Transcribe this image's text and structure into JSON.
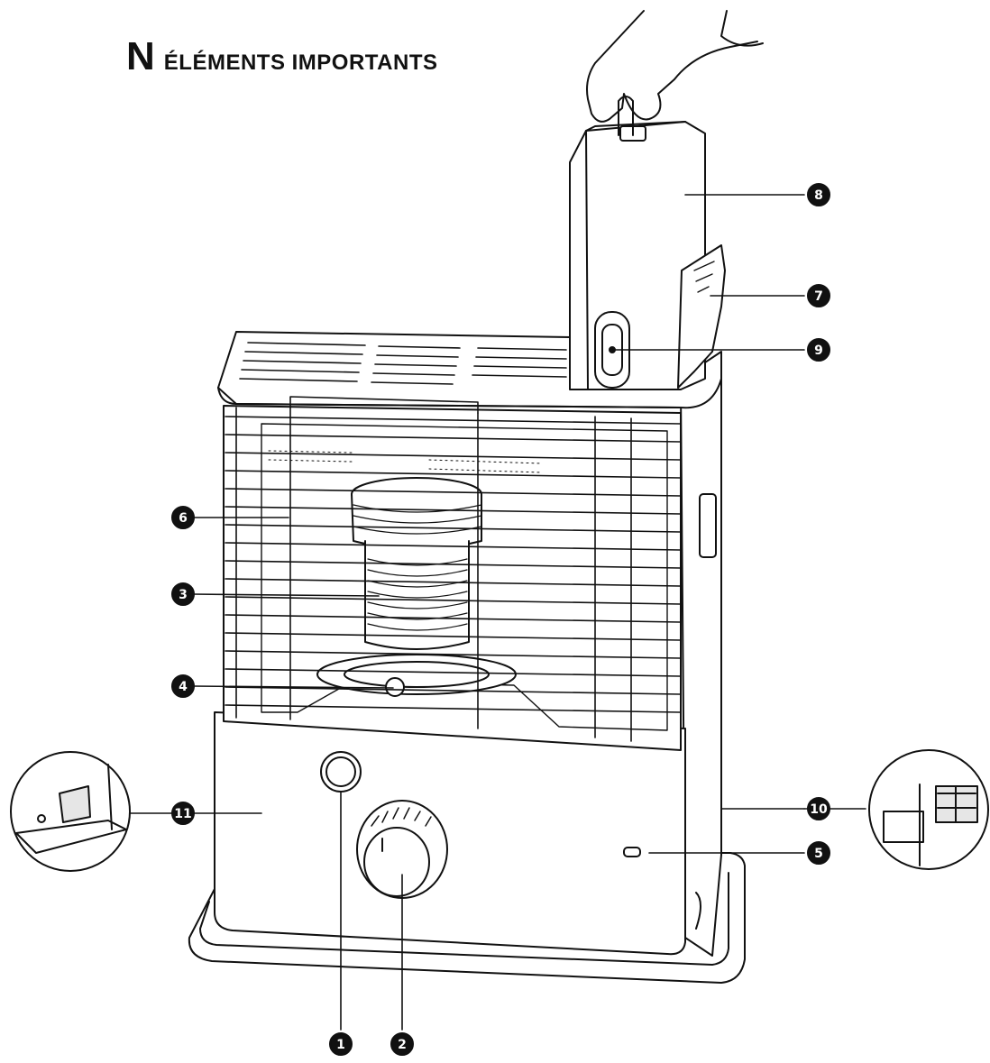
{
  "header": {
    "letter": "N",
    "title": "ÉLÉMENTS IMPORTANTS"
  },
  "callouts": [
    {
      "number": "1"
    },
    {
      "number": "2"
    },
    {
      "number": "3"
    },
    {
      "number": "4"
    },
    {
      "number": "5"
    },
    {
      "number": "6"
    },
    {
      "number": "7"
    },
    {
      "number": "8"
    },
    {
      "number": "9"
    },
    {
      "number": "10"
    },
    {
      "number": "11"
    }
  ],
  "colors": {
    "ink": "#111111",
    "paper": "#ffffff",
    "shade": "#e6e6e6"
  }
}
